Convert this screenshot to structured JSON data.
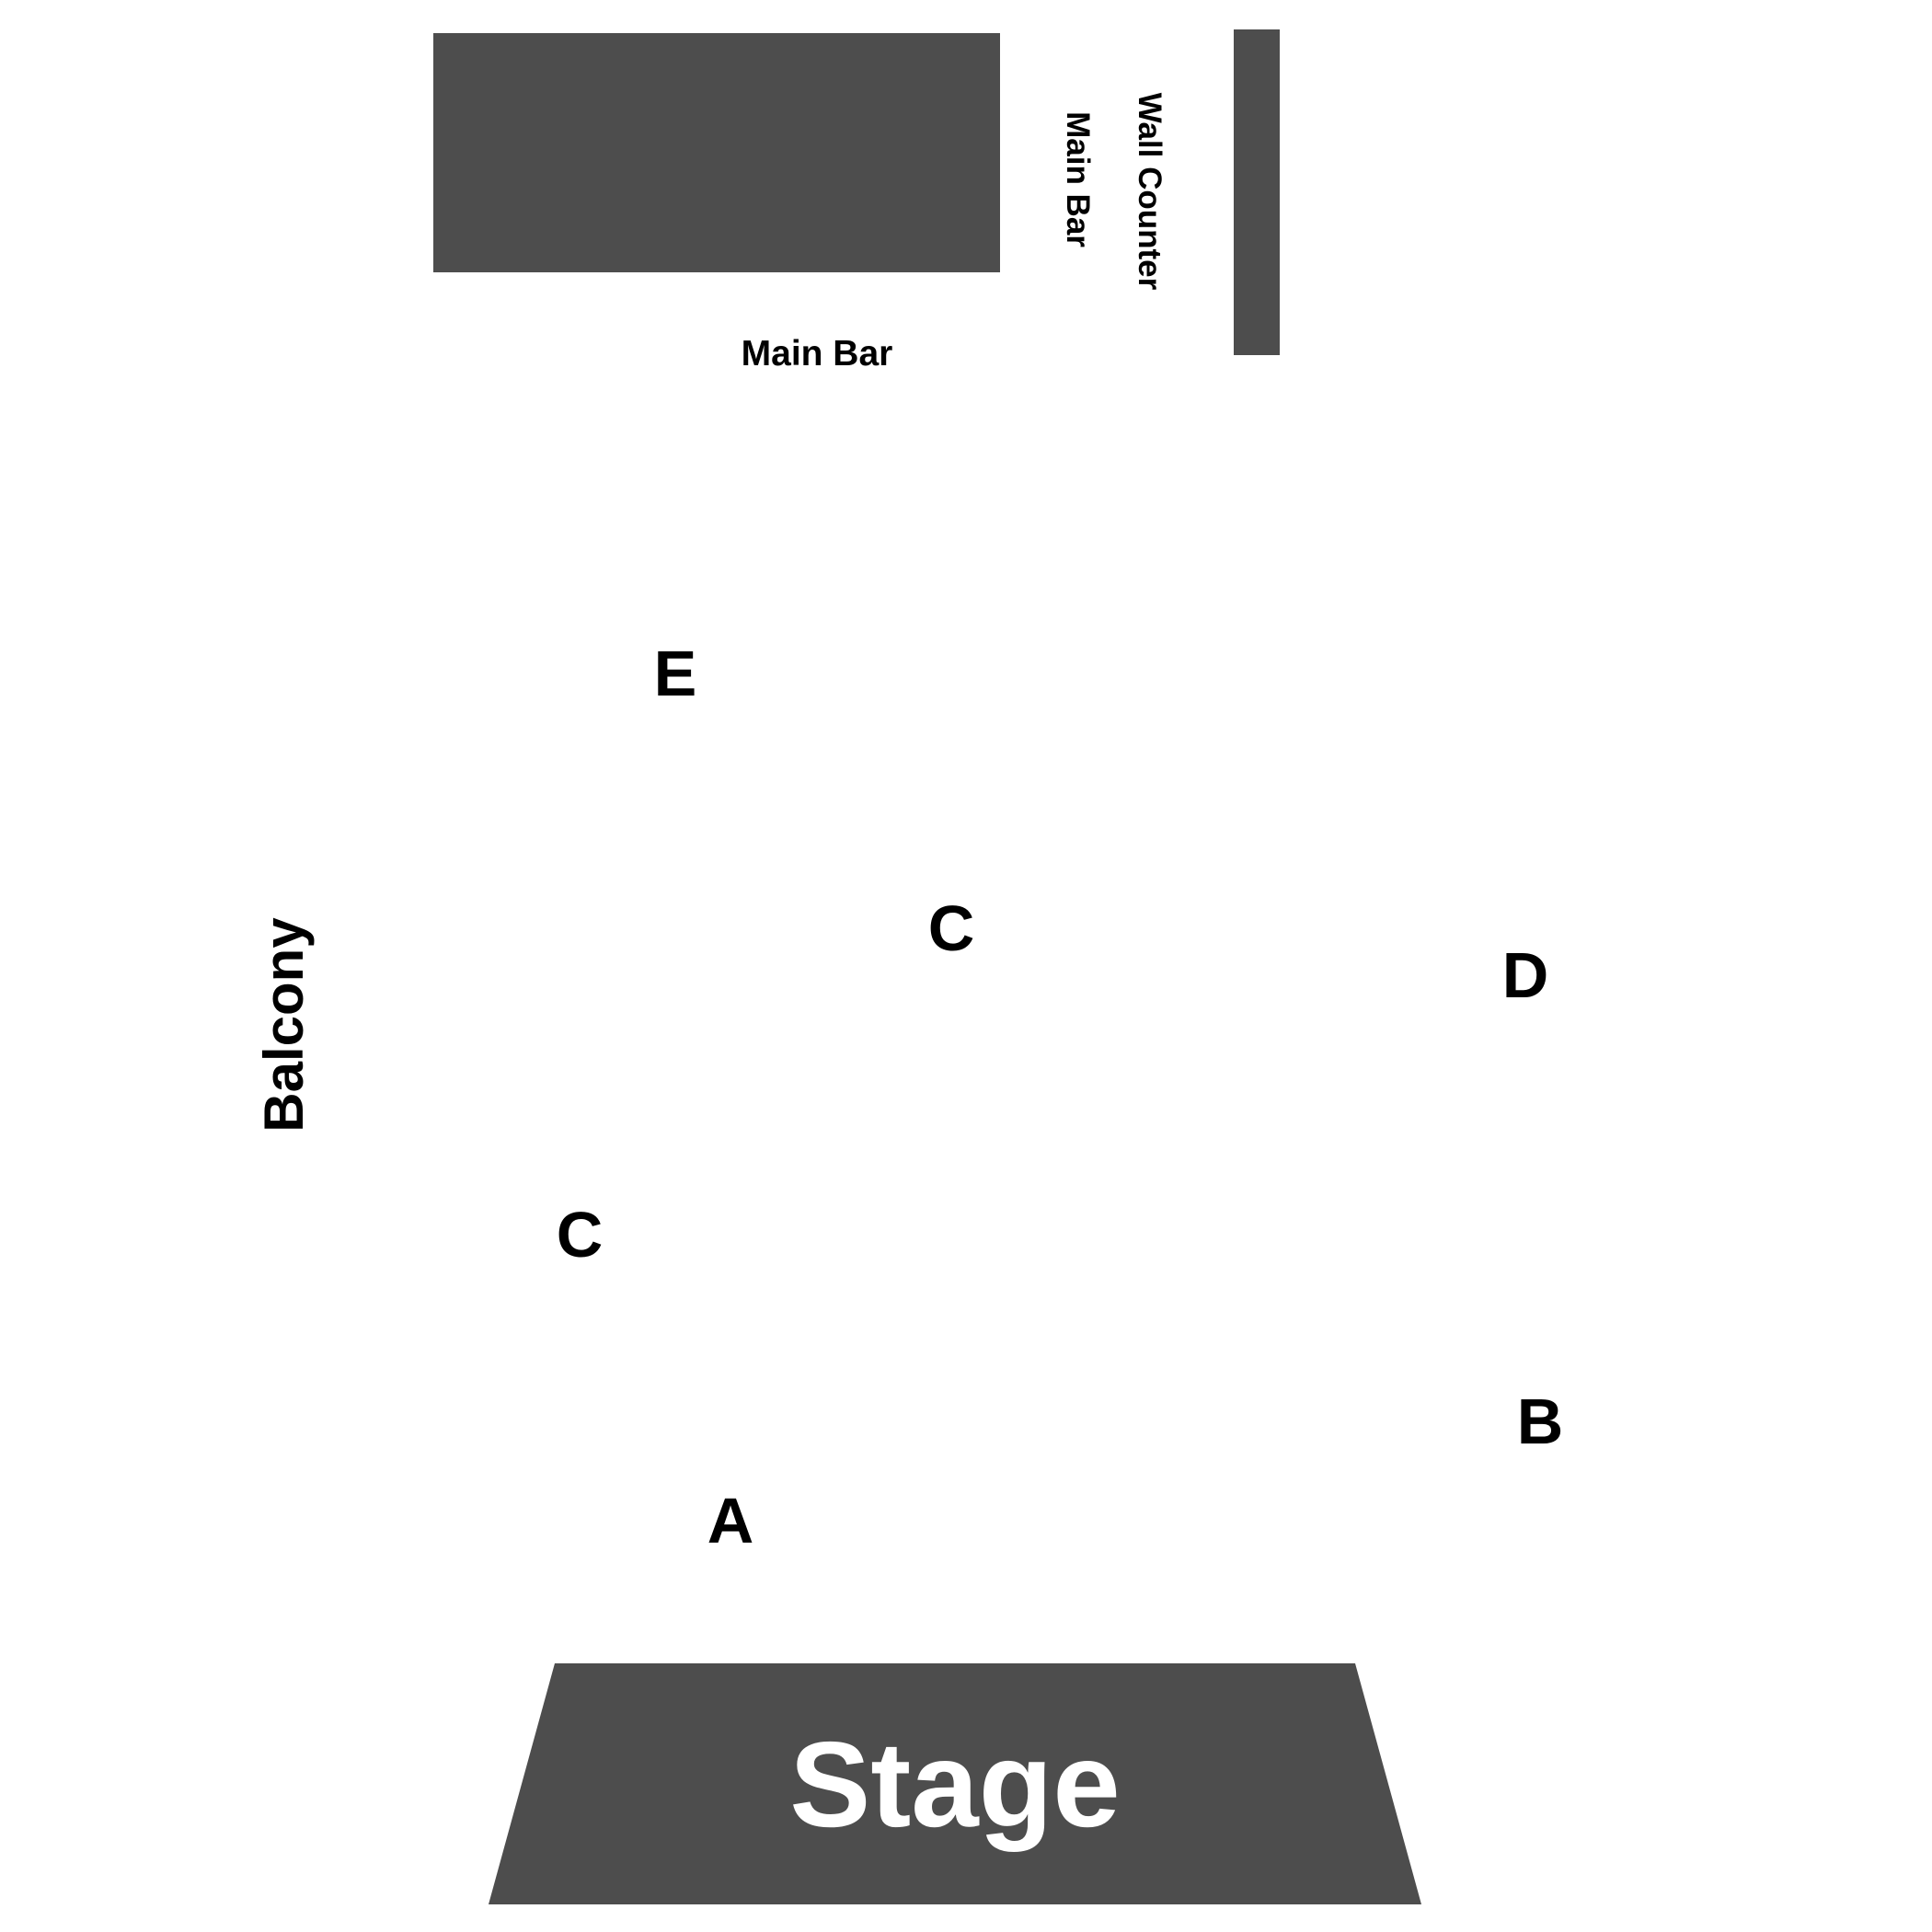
{
  "colors": {
    "background": "#ffffff",
    "fixture": "#4d4d4d",
    "label": "#000000",
    "stage_label": "#ffffff"
  },
  "fixtures": {
    "main_bar_label_horizontal": "Main Bar",
    "main_bar_label_vertical": "Main Bar",
    "wall_counter_label": "Wall Counter",
    "stage_label": "Stage"
  },
  "sections": {
    "balcony": "Balcony",
    "e": "E",
    "c_upper": "C",
    "c_lower": "C",
    "d": "D",
    "b": "B",
    "a": "A"
  }
}
